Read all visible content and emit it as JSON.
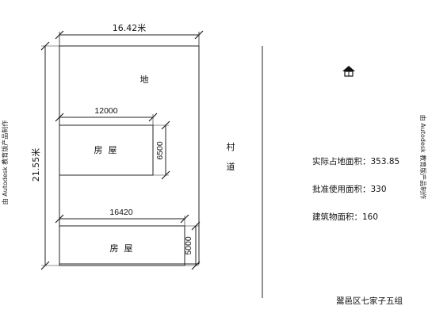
{
  "plan": {
    "total_width_label": "16.42米",
    "total_height_label": "21.55米",
    "land_label": "地",
    "road_label_1": "村",
    "road_label_2": "道",
    "house_top": {
      "label": "房  屋",
      "width_label": "12000",
      "height_label": "6500"
    },
    "house_bottom": {
      "label": "房  屋",
      "width_label": "16420",
      "height_label": "5000"
    }
  },
  "stats": {
    "actual_area": "实际占地面积：353.85",
    "approved_area": "批准使用面积：330",
    "building_area": "建筑物面积：160"
  },
  "footer": {
    "location": "翯邑区七家子五组"
  },
  "watermark": {
    "text": "由 Autodesk 教育版产品制作"
  },
  "icons": {
    "north_arrow": "north-arrow-icon"
  }
}
